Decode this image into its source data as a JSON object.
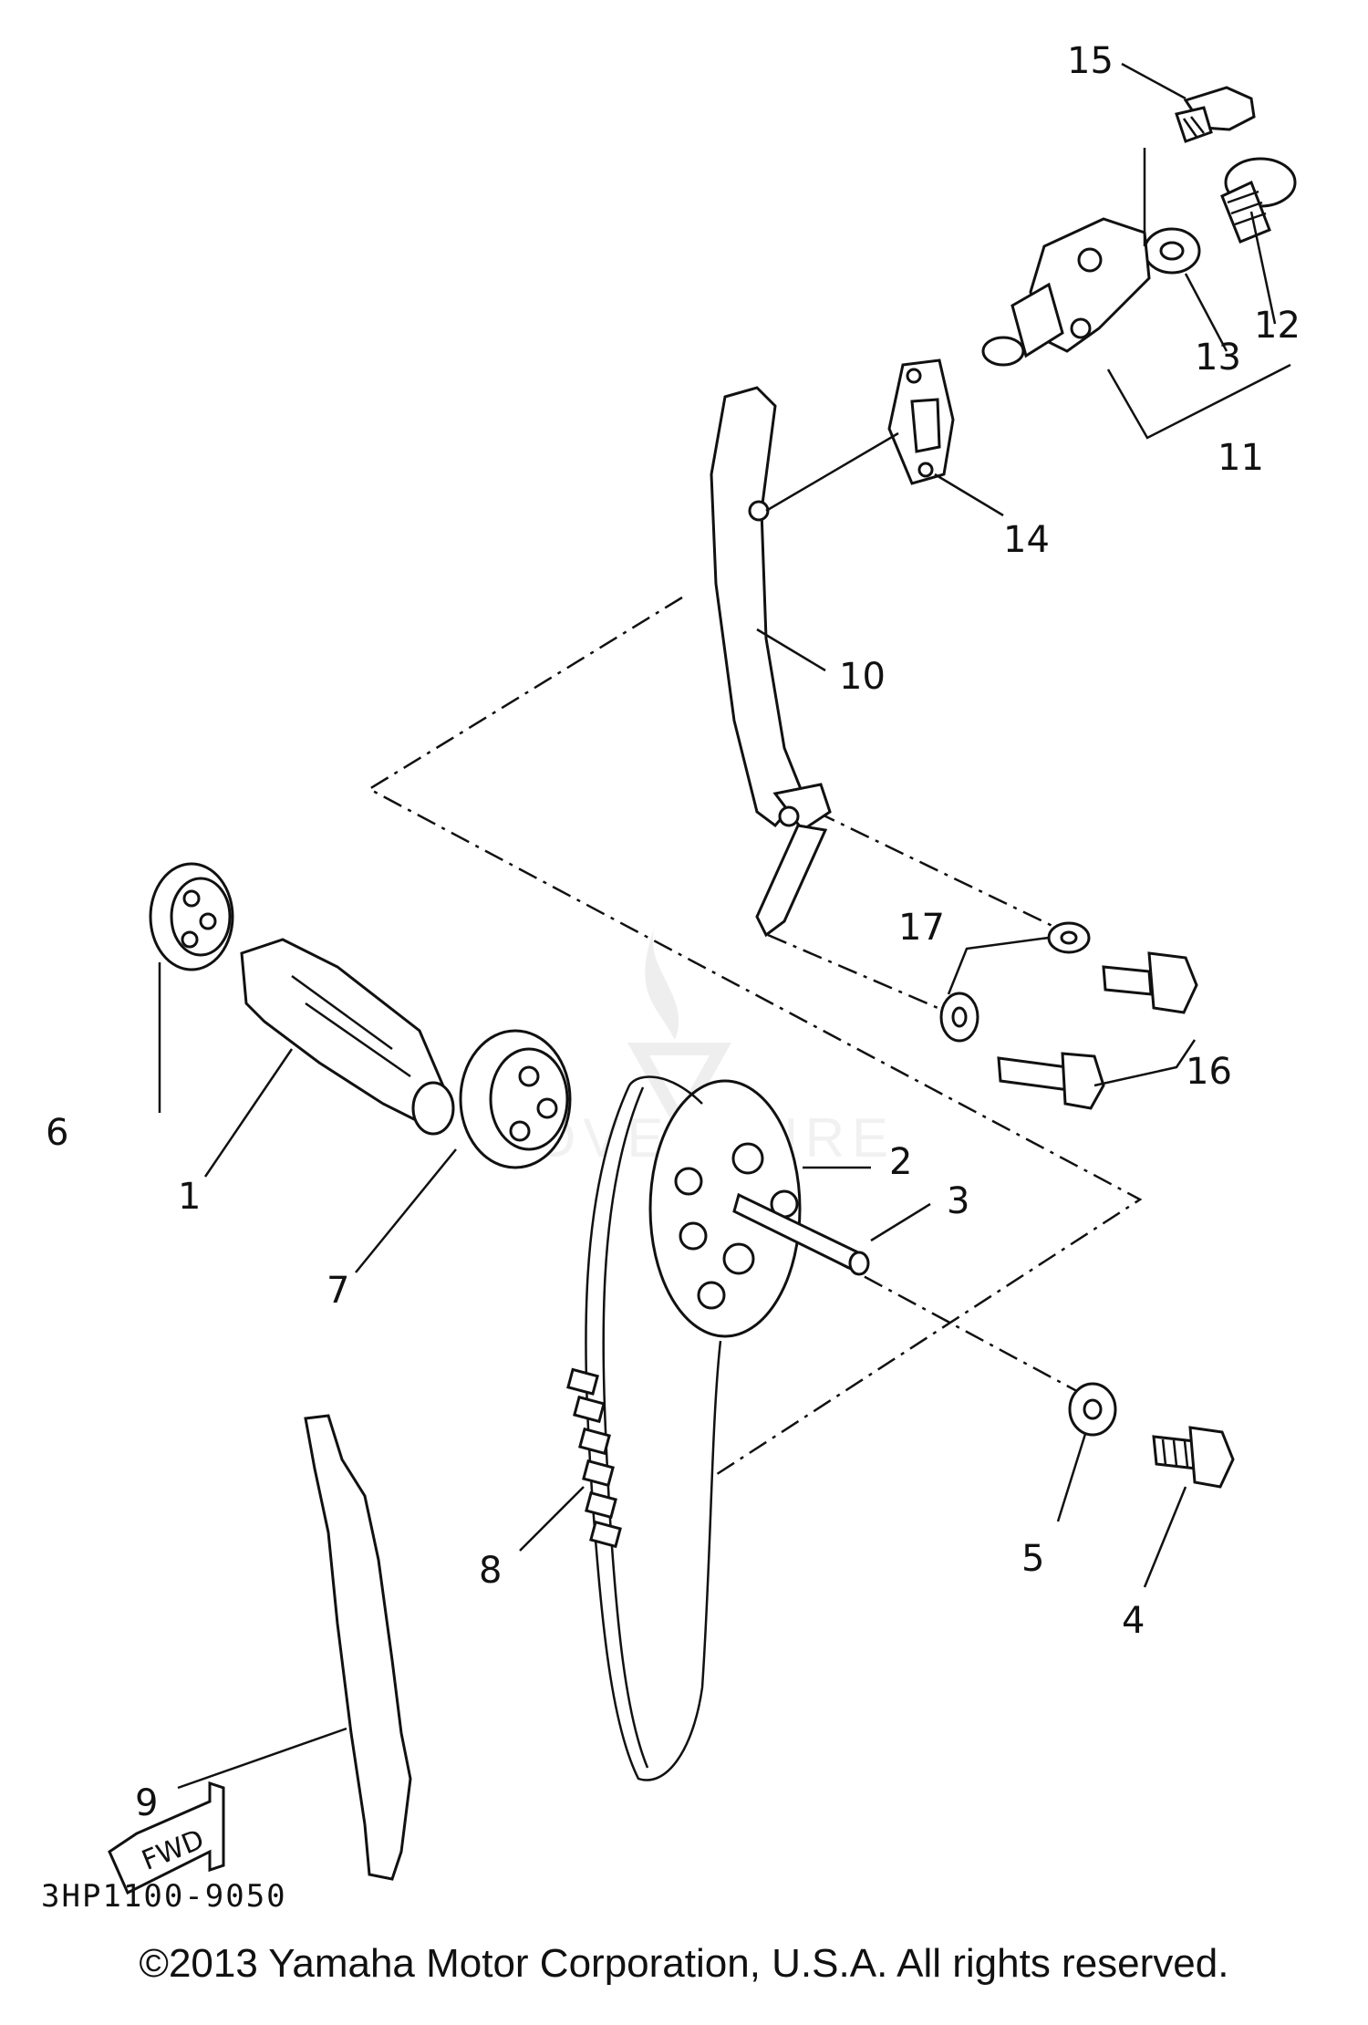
{
  "diagram": {
    "part_code": "3HP1100-9050",
    "copyright": "©2013 Yamaha Motor Corporation, U.S.A. All rights reserved.",
    "watermark": "ADVENTURE",
    "fwd_label": "FWD",
    "callouts": [
      {
        "id": "1",
        "label": "1"
      },
      {
        "id": "2",
        "label": "2"
      },
      {
        "id": "3",
        "label": "3"
      },
      {
        "id": "4",
        "label": "4"
      },
      {
        "id": "5",
        "label": "5"
      },
      {
        "id": "6",
        "label": "6"
      },
      {
        "id": "7",
        "label": "7"
      },
      {
        "id": "8",
        "label": "8"
      },
      {
        "id": "9",
        "label": "9"
      },
      {
        "id": "10",
        "label": "10"
      },
      {
        "id": "11",
        "label": "11"
      },
      {
        "id": "12",
        "label": "12"
      },
      {
        "id": "13",
        "label": "13"
      },
      {
        "id": "14",
        "label": "14"
      },
      {
        "id": "15",
        "label": "15"
      },
      {
        "id": "16",
        "label": "16"
      },
      {
        "id": "17",
        "label": "17"
      }
    ]
  }
}
